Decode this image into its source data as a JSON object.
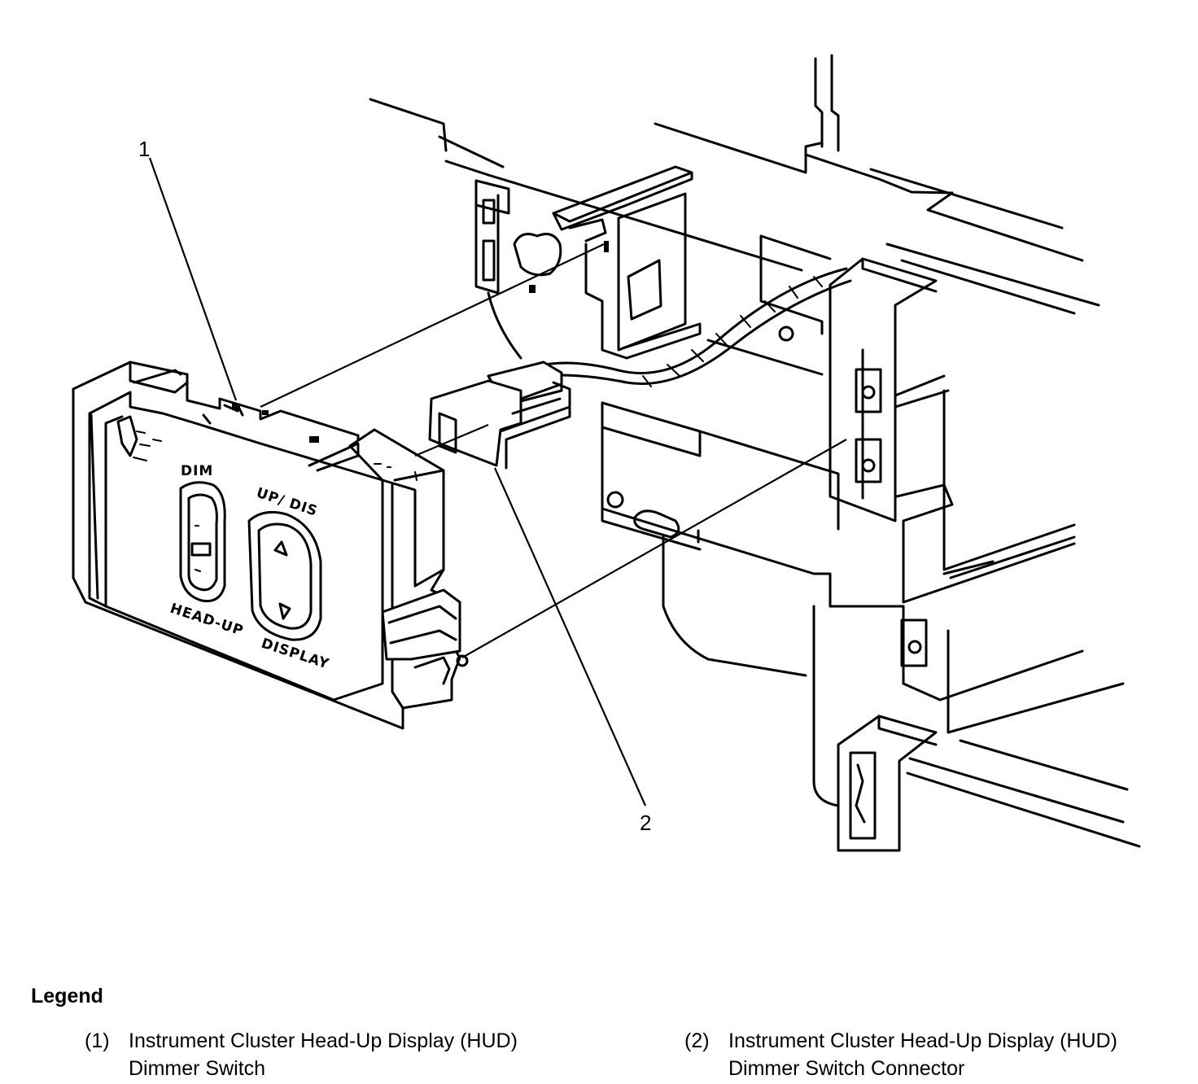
{
  "diagram": {
    "callouts": [
      "1",
      "2"
    ],
    "panel_labels": {
      "dim": "DIM",
      "up_dis": "UP/ DIS",
      "head_up": "HEAD-UP",
      "display": "DISPLAY"
    }
  },
  "legend": {
    "title": "Legend",
    "items": [
      {
        "num": "(1)",
        "text": "Instrument Cluster Head-Up Display (HUD)\nDimmer Switch"
      },
      {
        "num": "(2)",
        "text": "Instrument Cluster Head-Up Display (HUD)\nDimmer Switch Connector"
      }
    ]
  }
}
